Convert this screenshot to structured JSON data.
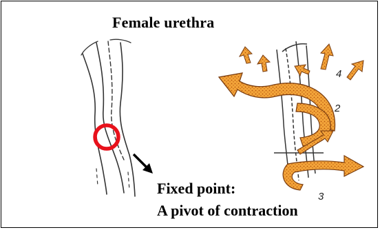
{
  "title": "Female urethra",
  "caption": {
    "line1": "Fixed point:",
    "line2": "A pivot of contraction"
  },
  "numbers": {
    "n2": "2",
    "n3": "3",
    "n4": "4"
  },
  "colors": {
    "arrow_fill": "#f0a030",
    "arrow_dot": "#c05a10",
    "marker": "#e8111b",
    "ink": "#222222"
  }
}
